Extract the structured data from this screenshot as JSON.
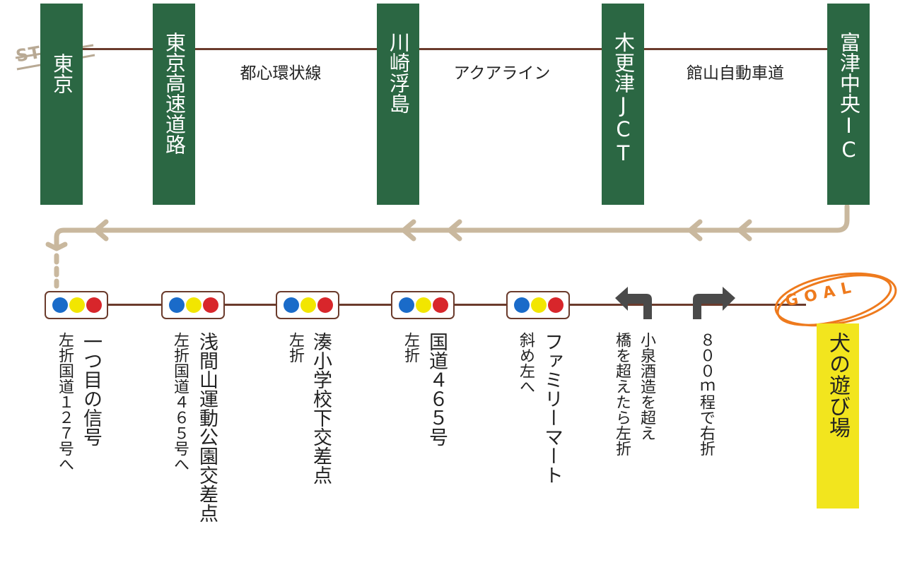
{
  "colors": {
    "sign_green": "#2b6743",
    "road": "#6b3b2c",
    "return_path": "#c9b89e",
    "light_blue": "#1a6bc9",
    "light_yellow": "#f2e600",
    "light_red": "#d8262b",
    "goal_highlight": "#f2e51e",
    "goal_ring": "#ee7a1d",
    "turn_arrow": "#4a4a4a"
  },
  "start_label": "START",
  "goal_label": "GOAL",
  "signs": [
    {
      "id": "tokyo",
      "label": "東京"
    },
    {
      "id": "tokyo-expressway",
      "label": "東京高速道路"
    },
    {
      "id": "kawasaki-ukishima",
      "label": "川崎浮島"
    },
    {
      "id": "kisarazu-jct",
      "label": "木更津JCT"
    },
    {
      "id": "futtsu-chuo-ic",
      "label": "富津中央IC"
    }
  ],
  "segments": [
    {
      "id": "toshin",
      "label": "都心環状線"
    },
    {
      "id": "aqualine",
      "label": "アクアライン"
    },
    {
      "id": "tateyama",
      "label": "館山自動車道"
    }
  ],
  "stops": [
    {
      "id": "stop-1",
      "name": "一つ目の信号",
      "note": "左折国道１２７号へ"
    },
    {
      "id": "stop-2",
      "name": "浅間山運動公園交差点",
      "note": "左折国道４６５号へ"
    },
    {
      "id": "stop-3",
      "name": "湊小学校下交差点",
      "note": "左折"
    },
    {
      "id": "stop-4",
      "name": "国道４６５号",
      "note": "左折"
    },
    {
      "id": "stop-5",
      "name": "ファミリーマート",
      "note": "斜め左へ"
    }
  ],
  "turns": [
    {
      "id": "turn-left",
      "icon": "turn-left-arrow-icon",
      "name": "小泉酒造を超え",
      "note": "橋を超えたら左折"
    },
    {
      "id": "turn-right",
      "icon": "turn-right-arrow-icon",
      "name": "８００ｍ程で右折"
    }
  ],
  "destination": "犬の遊び場"
}
